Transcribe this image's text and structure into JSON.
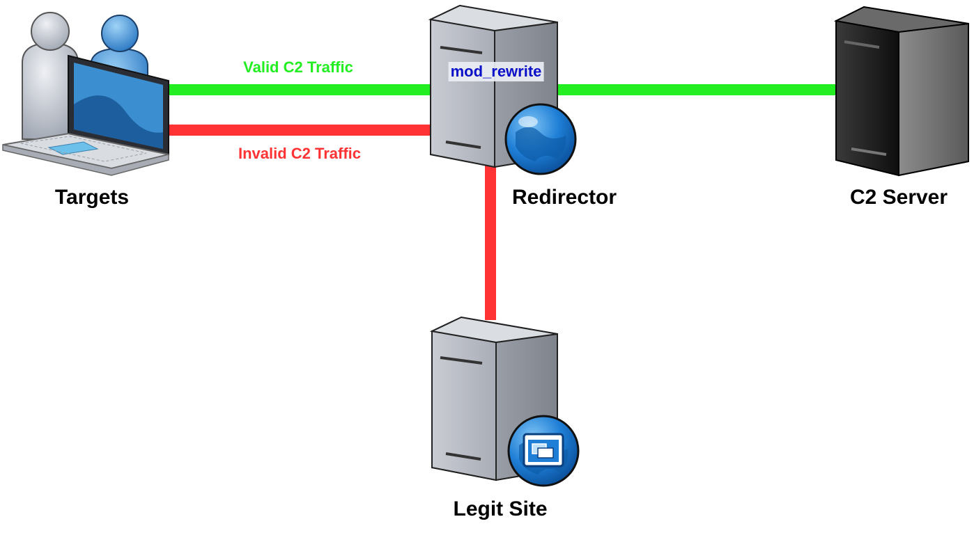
{
  "nodes": {
    "targets": {
      "label": "Targets",
      "icon": "laptop-users-icon"
    },
    "redirector": {
      "label": "Redirector",
      "icon": "web-server-globe-icon",
      "module": "mod_rewrite"
    },
    "c2_server": {
      "label": "C2 Server",
      "icon": "black-server-icon"
    },
    "legit_site": {
      "label": "Legit Site",
      "icon": "web-server-site-icon"
    }
  },
  "edges": {
    "valid": {
      "label": "Valid C2 Traffic",
      "color": "#22ee22"
    },
    "invalid": {
      "label": "Invalid C2 Traffic",
      "color": "#ff3333"
    }
  },
  "colors": {
    "module_text": "#0a10c8",
    "globe": "#1f7fd6"
  }
}
